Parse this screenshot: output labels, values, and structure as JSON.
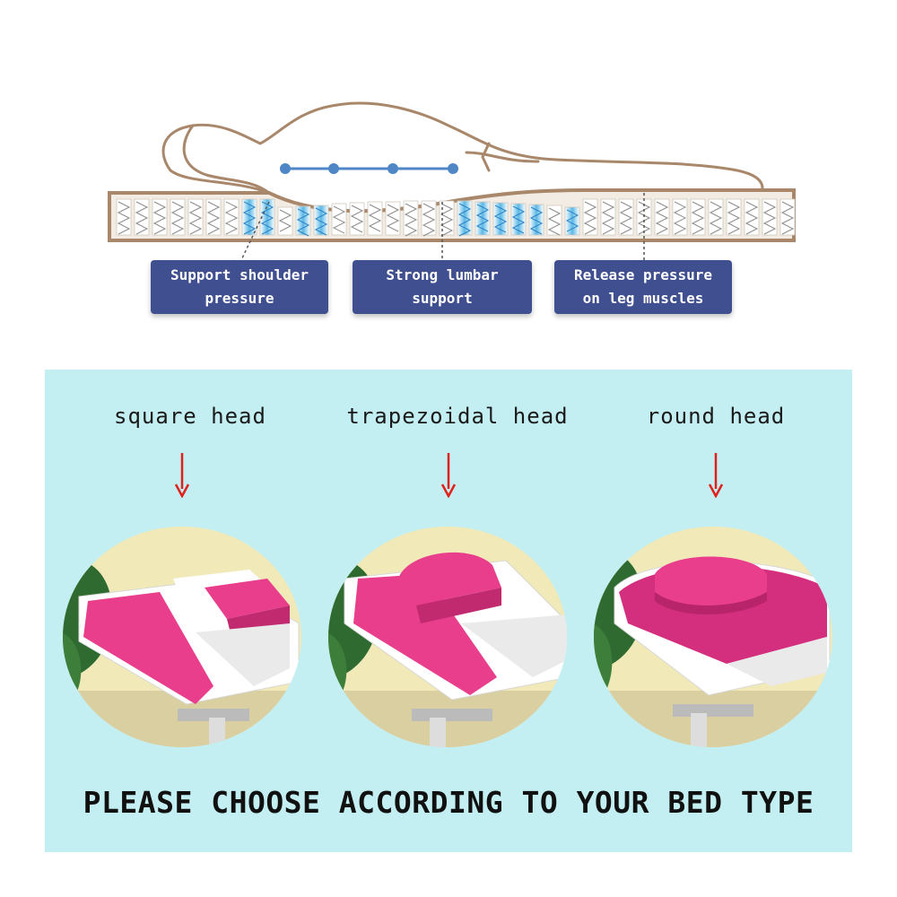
{
  "callouts": {
    "shoulder": "Support shoulder\npressure",
    "lumbar": "Strong lumbar\nsupport",
    "legs": "Release pressure\non leg muscles"
  },
  "heads": [
    {
      "label": "square head"
    },
    {
      "label": "trapezoidal head"
    },
    {
      "label": "round head"
    }
  ],
  "cta": "PLEASE CHOOSE ACCORDING TO YOUR BED TYPE",
  "colors": {
    "callout_bg": "#3f4f8f",
    "panel_bg": "#c3eef2",
    "pillow_pink": "#e83e8c",
    "arrow_red": "#e0201a",
    "spring_blue": "#5bb8e6",
    "outline_brown": "#a8876a"
  },
  "icons": [
    "down-arrow-icon",
    "spring-icon",
    "monstera-leaf-icon"
  ]
}
